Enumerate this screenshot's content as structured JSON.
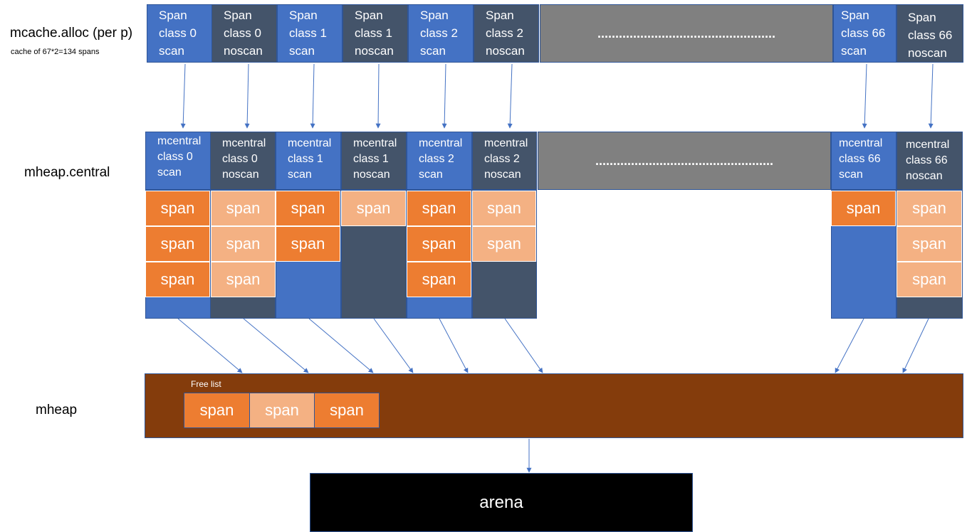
{
  "labels": {
    "mcache": "mcache.alloc (per p)",
    "mcache_sub": "cache of 67*2=134 spans",
    "central": "mheap.central",
    "mheap": "mheap",
    "free_list": "Free list",
    "arena": "arena"
  },
  "mcache_cells": [
    {
      "l1": "Span",
      "l2": "class 0",
      "l3": "scan"
    },
    {
      "l1": "Span",
      "l2": "class 0",
      "l3": "noscan"
    },
    {
      "l1": "Span",
      "l2": "class 1",
      "l3": "scan"
    },
    {
      "l1": "Span",
      "l2": "class 1",
      "l3": "noscan"
    },
    {
      "l1": "Span",
      "l2": "class 2",
      "l3": "scan"
    },
    {
      "l1": "Span",
      "l2": "class 2",
      "l3": "noscan"
    },
    {
      "l1": "Span",
      "l2": "class 66",
      "l3": "scan"
    },
    {
      "l1": "Span",
      "l2": "class 66",
      "l3": "noscan"
    }
  ],
  "central_cells": [
    {
      "l1": "mcentral",
      "l2": "class 0",
      "l3": "scan"
    },
    {
      "l1": "mcentral",
      "l2": "class 0",
      "l3": "noscan"
    },
    {
      "l1": "mcentral",
      "l2": "class 1",
      "l3": "scan"
    },
    {
      "l1": "mcentral",
      "l2": "class 1",
      "l3": "noscan"
    },
    {
      "l1": "mcentral",
      "l2": "class 2",
      "l3": "scan"
    },
    {
      "l1": "mcentral",
      "l2": "class 2",
      "l3": "noscan"
    },
    {
      "l1": "mcentral",
      "l2": "class 66",
      "l3": "scan"
    },
    {
      "l1": "mcentral",
      "l2": "class 66",
      "l3": "noscan"
    }
  ],
  "ellipsis": "..................................................",
  "span_label": "span",
  "colors": {
    "scan": "#4472c4",
    "noscan": "#44546a",
    "span_dark": "#ed7d31",
    "span_light": "#f4b183",
    "mheap": "#843c0c",
    "arena": "#000000",
    "arrow": "#4472c4"
  }
}
